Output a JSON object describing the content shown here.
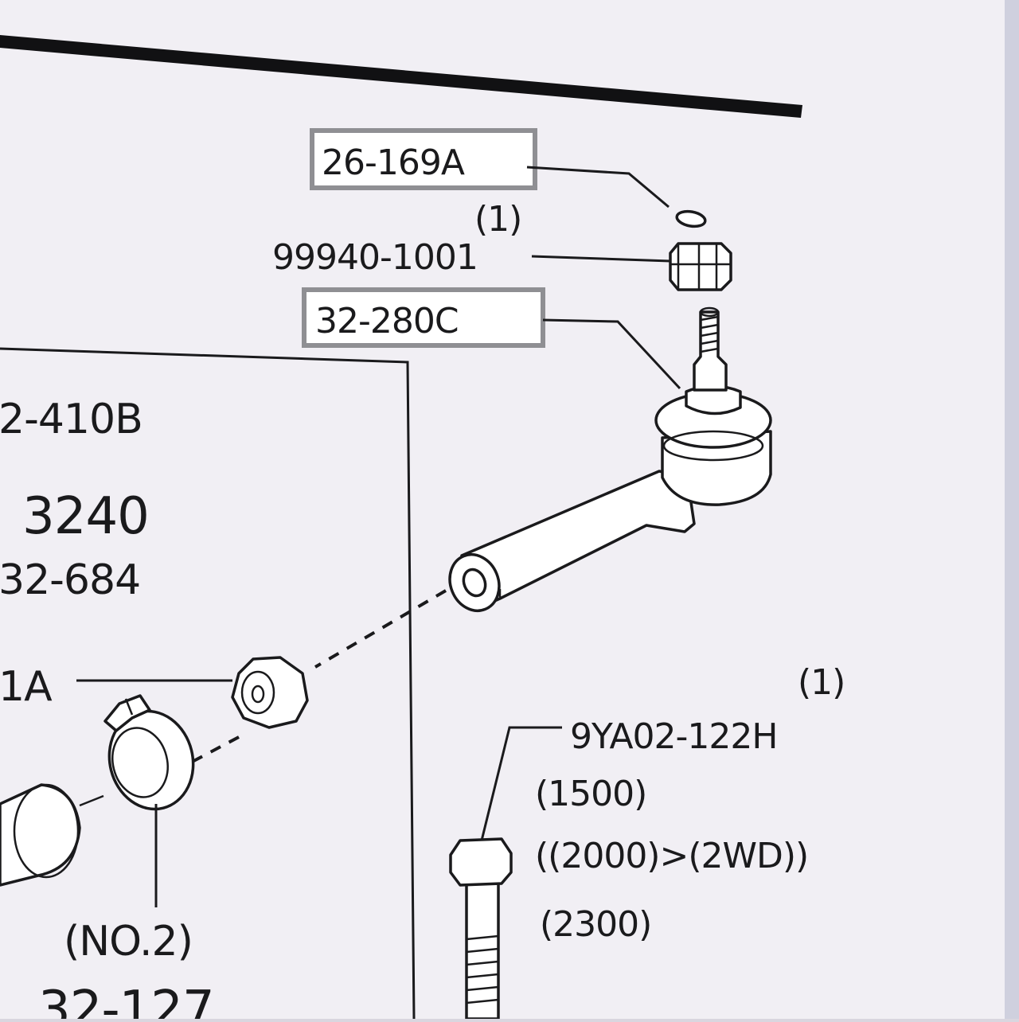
{
  "labels": {
    "part_26_169a": "26-169A",
    "qty_cotter": "(1)",
    "part_99940_1001": "99940-1001",
    "part_32_280c": "32-280C",
    "part_2_410b": "2-410B",
    "part_3240": "3240",
    "part_32_684": "32-684",
    "part_1a": "1A",
    "label_no2": "(NO.2)",
    "part_32_127": "32-127",
    "qty_bolt": "(1)",
    "part_9ya02_122h": "9YA02-122H",
    "note_1500": "(1500)",
    "note_2000_2wd": "((2000)>(2WD))",
    "note_2300": "(2300)"
  }
}
